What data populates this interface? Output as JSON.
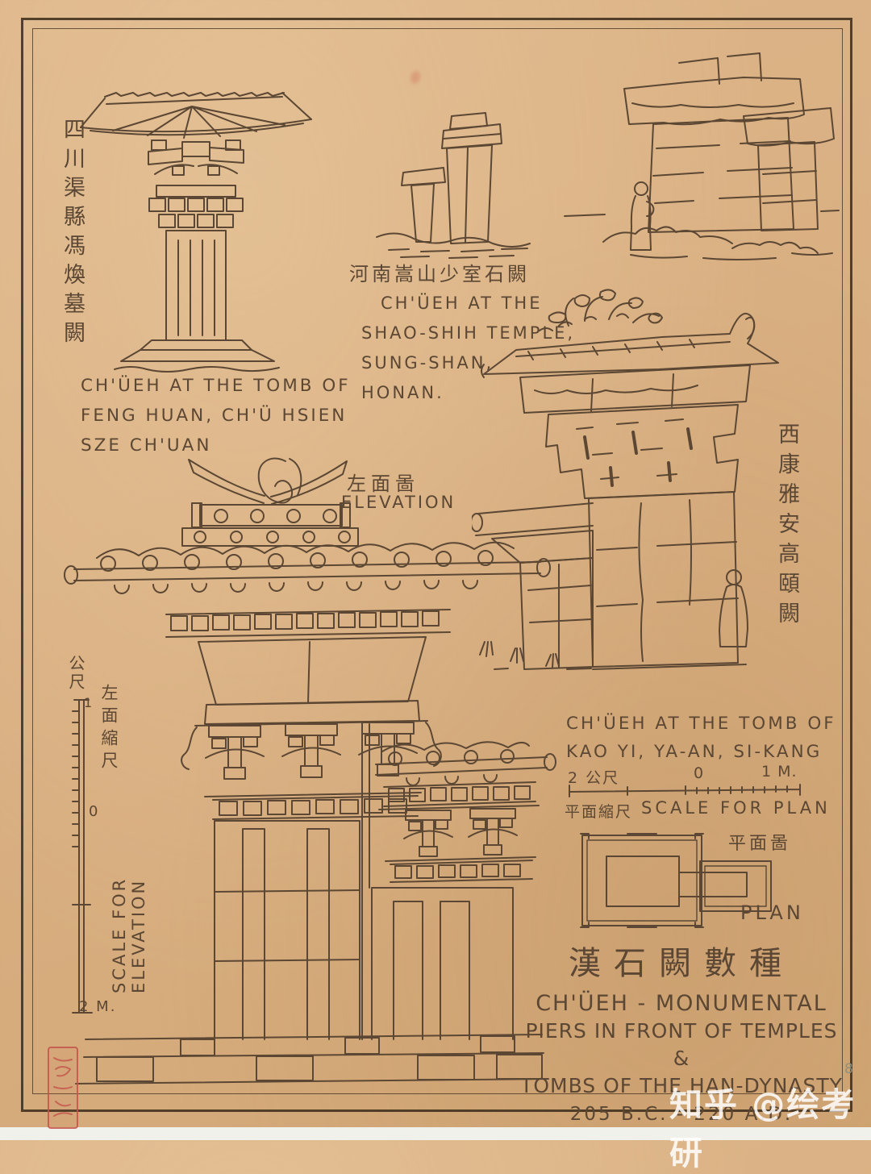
{
  "colors": {
    "paper": "#d9b083",
    "ink": "#5b4733",
    "seal_red": "#c4544a",
    "watermark_white": "#ffffff"
  },
  "page": {
    "page_number": "8",
    "watermark_text": "知乎 @绘考研"
  },
  "figures": {
    "feng_huan": {
      "label_cn": "四川渠縣馮煥墓闕",
      "caption_lines": [
        "CH'ÜEH AT THE TOMB OF",
        "FENG HUAN, CH'Ü HSIEN",
        "SZE CH'UAN"
      ]
    },
    "shao_shih": {
      "label_cn": "河南嵩山少室石闕",
      "caption_lines": [
        "CH'ÜEH AT THE",
        "SHAO-SHIH TEMPLE,",
        "SUNG-SHAN,",
        "HONAN."
      ]
    },
    "kao_yi": {
      "label_cn": "西康雅安高頤闕",
      "caption_lines": [
        "CH'ÜEH AT THE TOMB OF",
        "KAO YI, YA-AN, SI-KANG"
      ]
    },
    "elevation_view": {
      "label_cn": "左面啚",
      "label_en": "ELEVATION"
    },
    "plan_view": {
      "label_cn": "平面啚",
      "label_en": "PLAN"
    }
  },
  "scales": {
    "elevation": {
      "unit_cn": "公尺",
      "top_tick": "1",
      "zero_tick": "0",
      "bottom_tick": "2 M.",
      "label_cn": "左面縮尺",
      "label_en": "SCALE FOR ELEVATION"
    },
    "plan": {
      "left_tick": "2 公尺",
      "zero_tick": "0",
      "right_tick": "1 M.",
      "label_cn": "平面縮尺",
      "label_en": "SCALE FOR PLAN"
    }
  },
  "title_block": {
    "title_cn": "漢石闕數種",
    "subtitle_lines": [
      "CH'ÜEH - MONUMENTAL",
      "PIERS IN FRONT OF TEMPLES &",
      "TOMBS OF THE HAN-DYNASTY"
    ],
    "date_range": "205 B.C. - 220 A.D."
  }
}
